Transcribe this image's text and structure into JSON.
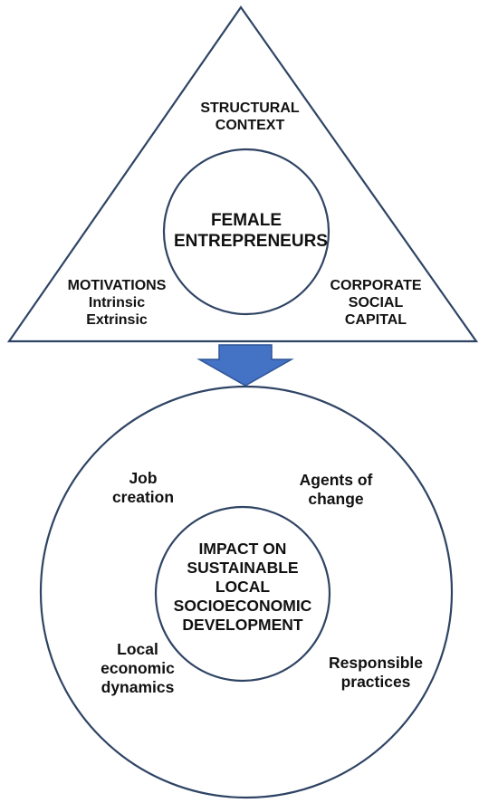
{
  "top_diagram": {
    "structural_context": [
      "STRUCTURAL",
      "CONTEXT"
    ],
    "center": [
      "FEMALE",
      "ENTREPRENEURS"
    ],
    "motivations": [
      "MOTIVATIONS",
      "Intrinsic",
      "Extrinsic"
    ],
    "corporate_social_capital": [
      "CORPORATE",
      "SOCIAL",
      "CAPITAL"
    ]
  },
  "bottom_diagram": {
    "job_creation": [
      "Job",
      "creation"
    ],
    "agents_of_change": [
      "Agents of",
      "change"
    ],
    "center": [
      "IMPACT ON",
      "SUSTAINABLE",
      "LOCAL",
      "SOCIOECONOMIC",
      "DEVELOPMENT"
    ],
    "local_economic_dynamics": [
      "Local",
      "economic",
      "dynamics"
    ],
    "responsible_practices": [
      "Responsible",
      "practices"
    ]
  },
  "colors": {
    "outline": "#2f4464",
    "arrow_fill": "#4472c4",
    "arrow_stroke": "#2f5597",
    "text": "#111111"
  }
}
